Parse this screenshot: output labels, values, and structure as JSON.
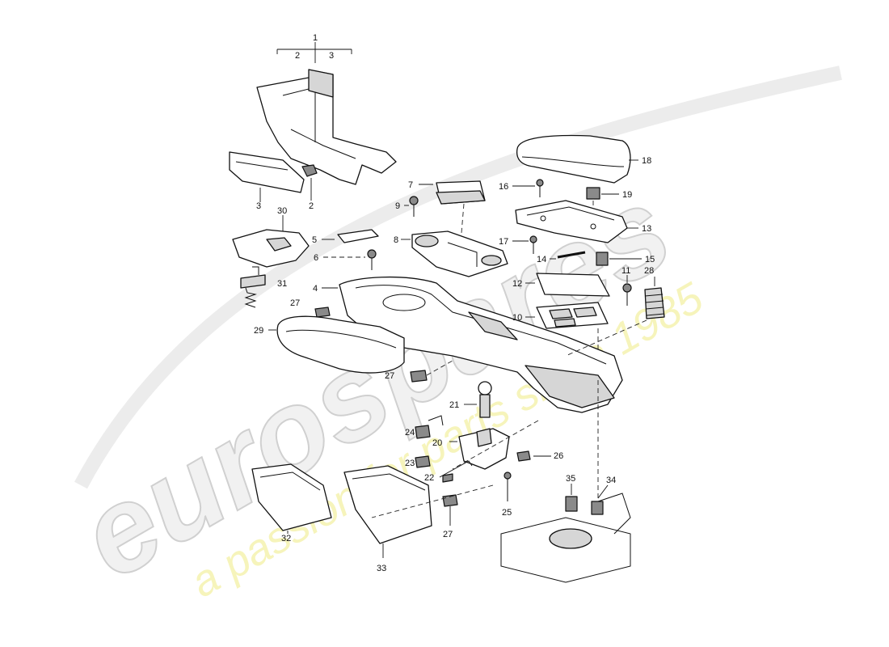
{
  "diagram": {
    "header_labels": {
      "top": "1",
      "left": "2",
      "right": "3"
    },
    "callouts": {
      "c1": "1",
      "c2": "2",
      "c3": "3",
      "c4": "4",
      "c5": "5",
      "c6": "6",
      "c7": "7",
      "c8": "8",
      "c9": "9",
      "c10": "10",
      "c11": "11",
      "c12": "12",
      "c13": "13",
      "c14": "14",
      "c15": "15",
      "c16": "16",
      "c17": "17",
      "c18": "18",
      "c19": "19",
      "c20": "20",
      "c21": "21",
      "c22": "22",
      "c23": "23",
      "c24": "24",
      "c25": "25",
      "c26": "26",
      "c27a": "27",
      "c27b": "27",
      "c27c": "27",
      "c28": "28",
      "c29": "29",
      "c30": "30",
      "c31": "31",
      "c32": "32",
      "c33": "33",
      "c34": "34",
      "c35": "35"
    },
    "watermark": {
      "brand": "eurospares",
      "tagline": "a passion for parts since 1985"
    }
  }
}
